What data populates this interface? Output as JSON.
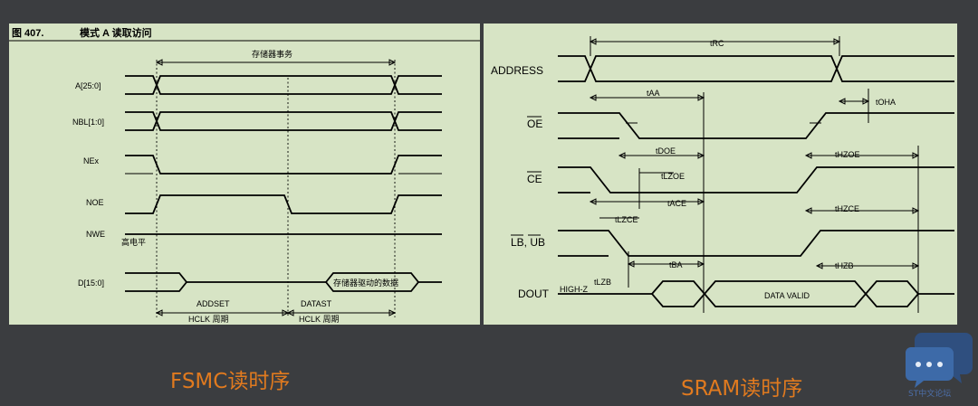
{
  "left_diagram": {
    "figure_number": "图 407.",
    "figure_title": "模式 A 读取访问",
    "memory_transaction": "存储器事务",
    "signals": [
      "A[25:0]",
      "NBL[1:0]",
      "NEx",
      "NOE",
      "NWE",
      "D[15:0]"
    ],
    "nwe_level": "高电平",
    "data_driven": "存储器驱动的数据",
    "addset": "ADDSET",
    "addset_unit": "HCLK 周期",
    "datast": "DATAST",
    "datast_unit": "HCLK 周期"
  },
  "right_diagram": {
    "signals": {
      "address": "ADDRESS",
      "oe": "OE",
      "ce": "CE",
      "lb_ub": "LB, UB",
      "dout": "DOUT"
    },
    "high_z": "HIGH-Z",
    "data_valid": "DATA VALID",
    "timing": {
      "t_rc": "tRC",
      "t_aa": "tAA",
      "t_oha": "tOHA",
      "t_doe": "tDOE",
      "t_hzoe": "tHZOE",
      "t_lzoe": "tLZOE",
      "t_ace": "tACE",
      "t_lzce": "tLZCE",
      "t_hzce": "tHZCE",
      "t_ba": "tBA",
      "t_lzb": "tLZB",
      "t_hzb": "tHZB"
    }
  },
  "captions": {
    "fsmc": "FSMC读时序",
    "sram": "SRAM读时序"
  },
  "watermark": "ST中文论坛",
  "colors": {
    "background": "#3b3d40",
    "panel": "#d7e4c5",
    "caption": "#e07a1f"
  }
}
